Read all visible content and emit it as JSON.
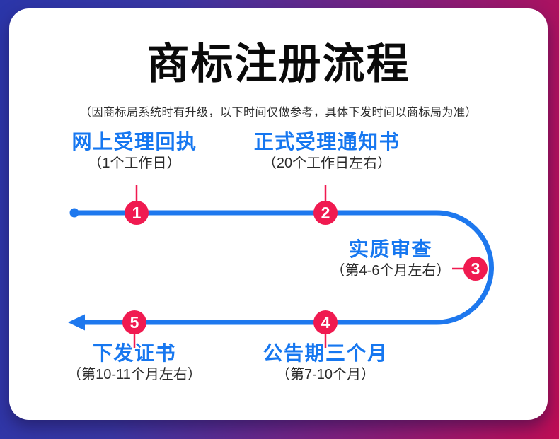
{
  "card": {
    "title": "商标注册流程",
    "subtitle": "（因商标局系统时有升级，以下时间仅做参考，具体下发时间以商标局为准）"
  },
  "colors": {
    "flow_line_blue": "#1E78EE",
    "step_name_blue": "#1677F0",
    "marker_pink": "#F01A50",
    "gradient_left_blue": "#2B36A9",
    "gradient_right_crimson": "#BD0D55",
    "card_background": "#FFFFFF"
  },
  "chart_data": {
    "type": "flow-diagram",
    "title": "商标注册流程",
    "note": "（因商标局系统时有升级，以下时间仅做参考，具体下发时间以商标局为准）",
    "steps": [
      {
        "number": "1",
        "name": "网上受理回执",
        "duration": "（1个工作日）"
      },
      {
        "number": "2",
        "name": "正式受理通知书",
        "duration": "（20个工作日左右）"
      },
      {
        "number": "3",
        "name": "实质审查",
        "duration": "（第4-6个月左右）"
      },
      {
        "number": "4",
        "name": "公告期三个月",
        "duration": "（第7-10个月）"
      },
      {
        "number": "5",
        "name": "下发证书",
        "duration": "（第10-11个月左右）"
      }
    ]
  },
  "steps": [
    {
      "number": "1",
      "name": "网上受理回执",
      "duration": "（1个工作日）"
    },
    {
      "number": "2",
      "name": "正式受理通知书",
      "duration": "（20个工作日左右）"
    },
    {
      "number": "3",
      "name": "实质审查",
      "duration": "（第4-6个月左右）"
    },
    {
      "number": "4",
      "name": "公告期三个月",
      "duration": "（第7-10个月）"
    },
    {
      "number": "5",
      "name": "下发证书",
      "duration": "（第10-11个月左右）"
    }
  ]
}
